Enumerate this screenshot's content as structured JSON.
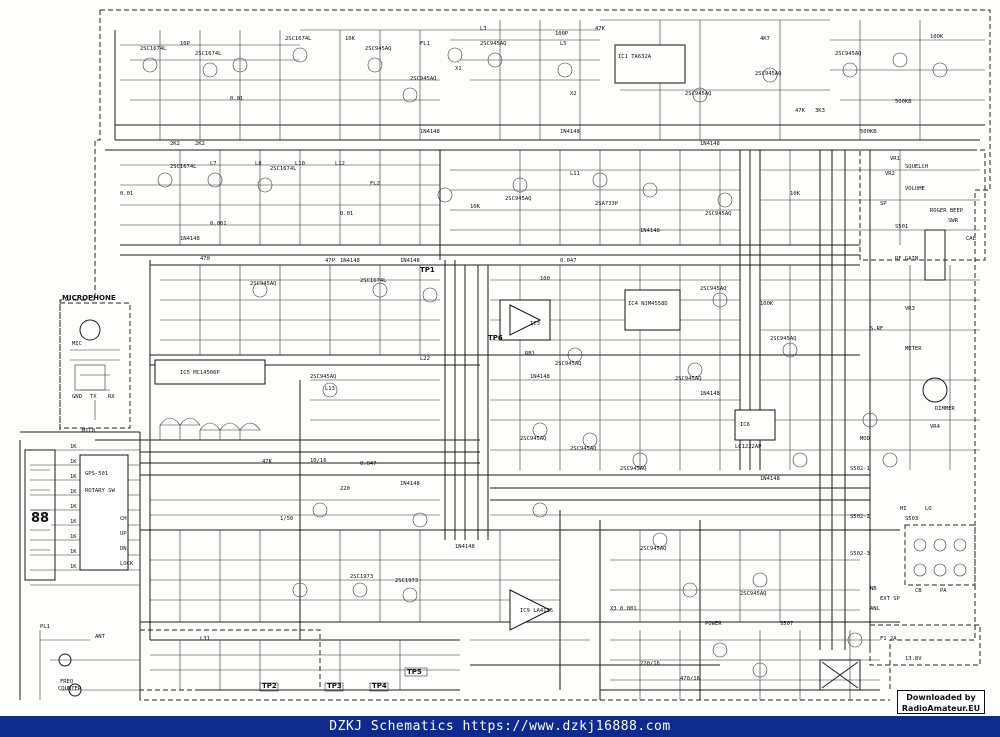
{
  "footer": {
    "text": "DZKJ Schematics https://www.dzkj16888.com"
  },
  "badge": {
    "line1": "Downloaded by",
    "line2": "RadioAmateur.EU"
  },
  "schematic": {
    "panels": {
      "microphone": "MICROPHONE",
      "mic_plug": "MIC8",
      "rotary": [
        "GPS-501",
        "ROTARY SW"
      ],
      "ant": "ANT",
      "freq_counter": [
        "FREQ",
        "COUNTER"
      ],
      "roger_beep": "ROGER BEEP",
      "swr": "SWR",
      "cal": "CAL"
    },
    "ics": {
      "ic1": "IC1 TA632A",
      "ic3": "IC3",
      "ic4": "IC4 NJM4558D",
      "ic5": "IC5 MC14506P",
      "ic6": "IC6",
      "ic7": "LC1222AP",
      "ic9": "IC9 LA4135"
    },
    "labels": [
      {
        "id": "t1",
        "text": "2SC1674L"
      },
      {
        "id": "t2",
        "text": "2SC1674L"
      },
      {
        "id": "t3",
        "text": "2SC1674L"
      },
      {
        "id": "t4",
        "text": "2SC945AQ"
      },
      {
        "id": "t5",
        "text": "2SC945AQ"
      },
      {
        "id": "t6",
        "text": "2SC945AQ"
      },
      {
        "id": "t7",
        "text": "2SC1674L"
      },
      {
        "id": "t8",
        "text": "2SC1674L"
      },
      {
        "id": "t9",
        "text": "2SC945AQ"
      },
      {
        "id": "t10",
        "text": "2SC945AQ"
      },
      {
        "id": "t11",
        "text": "2SC945AQ"
      },
      {
        "id": "t12",
        "text": "2SA733P"
      },
      {
        "id": "t13",
        "text": "2SC945AQ"
      },
      {
        "id": "t14",
        "text": "2SC945AQ"
      },
      {
        "id": "t15",
        "text": "2SC1973"
      },
      {
        "id": "t16",
        "text": "2SC1973"
      },
      {
        "id": "t17",
        "text": "2SC945AQ"
      },
      {
        "id": "t18",
        "text": "2SC1674L"
      },
      {
        "id": "t19",
        "text": "2SC945AQ"
      },
      {
        "id": "t20",
        "text": "2SC945AQ"
      },
      {
        "id": "t21",
        "text": "2SC945AQ"
      },
      {
        "id": "t22",
        "text": "2SC945AQ"
      },
      {
        "id": "t23",
        "text": "2SC945AQ"
      },
      {
        "id": "t24",
        "text": "2SC945AQ"
      },
      {
        "id": "t25",
        "text": "2SC945AQ"
      },
      {
        "id": "t26",
        "text": "2SC945AQ"
      },
      {
        "id": "t27",
        "text": "2SC945AQ"
      },
      {
        "id": "t28",
        "text": "2SC945AQ"
      },
      {
        "id": "d1",
        "text": "1N4148"
      },
      {
        "id": "d2",
        "text": "1N4148"
      },
      {
        "id": "d3",
        "text": "1N4148"
      },
      {
        "id": "d4",
        "text": "1N4148"
      },
      {
        "id": "d5",
        "text": "1N4148"
      },
      {
        "id": "d6",
        "text": "1N4148"
      },
      {
        "id": "d7",
        "text": "1N4148"
      },
      {
        "id": "d8",
        "text": "1N4148"
      },
      {
        "id": "d9",
        "text": "1N4148"
      },
      {
        "id": "d10",
        "text": "1N4148"
      },
      {
        "id": "d11",
        "text": "1N4148"
      },
      {
        "id": "d12",
        "text": "1N4148"
      },
      {
        "id": "r1",
        "text": "10K"
      },
      {
        "id": "r2",
        "text": "10K"
      },
      {
        "id": "r3",
        "text": "10K"
      },
      {
        "id": "r4",
        "text": "47K"
      },
      {
        "id": "r5",
        "text": "47K"
      },
      {
        "id": "r6",
        "text": "1K"
      },
      {
        "id": "r7",
        "text": "1K"
      },
      {
        "id": "r8",
        "text": "1K"
      },
      {
        "id": "r9",
        "text": "1K"
      },
      {
        "id": "r10",
        "text": "1K"
      },
      {
        "id": "r11",
        "text": "1K"
      },
      {
        "id": "r12",
        "text": "1K"
      },
      {
        "id": "r13",
        "text": "1K"
      },
      {
        "id": "r14",
        "text": "1K"
      },
      {
        "id": "r15",
        "text": "100"
      },
      {
        "id": "r16",
        "text": "220"
      },
      {
        "id": "r17",
        "text": "470"
      },
      {
        "id": "r18",
        "text": "2K2"
      },
      {
        "id": "r19",
        "text": "2K2"
      },
      {
        "id": "r20",
        "text": "4K7"
      },
      {
        "id": "r21",
        "text": "100K"
      },
      {
        "id": "r22",
        "text": "3K3"
      },
      {
        "id": "r23",
        "text": "47K"
      },
      {
        "id": "r24",
        "text": "500KB"
      },
      {
        "id": "r25",
        "text": "500KB"
      },
      {
        "id": "r26",
        "text": "100K"
      },
      {
        "id": "c1",
        "text": "0.01"
      },
      {
        "id": "c2",
        "text": "0.01"
      },
      {
        "id": "c3",
        "text": "0.01"
      },
      {
        "id": "c4",
        "text": "0.047"
      },
      {
        "id": "c5",
        "text": "0.047"
      },
      {
        "id": "c6",
        "text": "0.001"
      },
      {
        "id": "c7",
        "text": "0.001"
      },
      {
        "id": "c8",
        "text": "10P"
      },
      {
        "id": "c9",
        "text": "47P"
      },
      {
        "id": "c10",
        "text": "100P"
      },
      {
        "id": "c11",
        "text": "10/16"
      },
      {
        "id": "c12",
        "text": "220/16"
      },
      {
        "id": "c13",
        "text": "470/16"
      },
      {
        "id": "c14",
        "text": "1/50"
      },
      {
        "id": "l1",
        "text": "L3"
      },
      {
        "id": "l2",
        "text": "L5"
      },
      {
        "id": "l3",
        "text": "L7"
      },
      {
        "id": "l4",
        "text": "L8"
      },
      {
        "id": "l5",
        "text": "L10"
      },
      {
        "id": "l6",
        "text": "L11"
      },
      {
        "id": "l7",
        "text": "L12"
      },
      {
        "id": "l8",
        "text": "L13"
      },
      {
        "id": "l9",
        "text": "L22"
      },
      {
        "id": "l10",
        "text": "L31"
      },
      {
        "id": "f1",
        "text": "FL1"
      },
      {
        "id": "f2",
        "text": "FL2"
      },
      {
        "id": "tp1",
        "text": "TP1"
      },
      {
        "id": "tp2",
        "text": "TP2"
      },
      {
        "id": "tp3",
        "text": "TP3"
      },
      {
        "id": "tp4",
        "text": "TP4"
      },
      {
        "id": "tp5",
        "text": "TP5"
      },
      {
        "id": "tp6",
        "text": "TP6"
      },
      {
        "id": "vr1",
        "text": "VR1"
      },
      {
        "id": "vr2",
        "text": "VR2"
      },
      {
        "id": "vr3",
        "text": "VR3"
      },
      {
        "id": "vr4",
        "text": "VR4"
      },
      {
        "id": "sq",
        "text": "SQUELCH"
      },
      {
        "id": "vol",
        "text": "VOLUME"
      },
      {
        "id": "s1",
        "text": "S502-1"
      },
      {
        "id": "s2",
        "text": "S502-2"
      },
      {
        "id": "s3",
        "text": "S502-3"
      },
      {
        "id": "s4",
        "text": "S503"
      },
      {
        "id": "s5",
        "text": "S501"
      },
      {
        "id": "s6",
        "text": "S507"
      },
      {
        "id": "pwr",
        "text": "POWER"
      },
      {
        "id": "rf",
        "text": "RF GAIN"
      },
      {
        "id": "ext",
        "text": "EXT SP"
      },
      {
        "id": "v13",
        "text": "13.8V"
      },
      {
        "id": "xt",
        "text": "X1"
      },
      {
        "id": "xt2",
        "text": "X2"
      },
      {
        "id": "xt3",
        "text": "X3"
      },
      {
        "id": "rb",
        "text": "RB1"
      },
      {
        "id": "mic",
        "text": "MIC"
      },
      {
        "id": "tx",
        "text": "TX"
      },
      {
        "id": "rx",
        "text": "RX"
      },
      {
        "id": "gnd",
        "text": "GND"
      },
      {
        "id": "pl",
        "text": "PL1"
      },
      {
        "id": "nb",
        "text": "NB"
      },
      {
        "id": "anl",
        "text": "ANL"
      },
      {
        "id": "hi",
        "text": "HI"
      },
      {
        "id": "lo",
        "text": "LO"
      },
      {
        "id": "cb",
        "text": "CB"
      },
      {
        "id": "pa",
        "text": "PA"
      },
      {
        "id": "sm",
        "text": "S.RF"
      },
      {
        "id": "mtr",
        "text": "METER"
      },
      {
        "id": "dimmer",
        "text": "DIMMER"
      },
      {
        "id": "mod",
        "text": "MOD"
      },
      {
        "id": "ch",
        "text": "CH"
      },
      {
        "id": "up",
        "text": "UP"
      },
      {
        "id": "dn",
        "text": "DN"
      },
      {
        "id": "lock",
        "text": "LOCK"
      },
      {
        "id": "sp",
        "text": "SP"
      },
      {
        "id": "fuse",
        "text": "F1 2A"
      }
    ]
  }
}
